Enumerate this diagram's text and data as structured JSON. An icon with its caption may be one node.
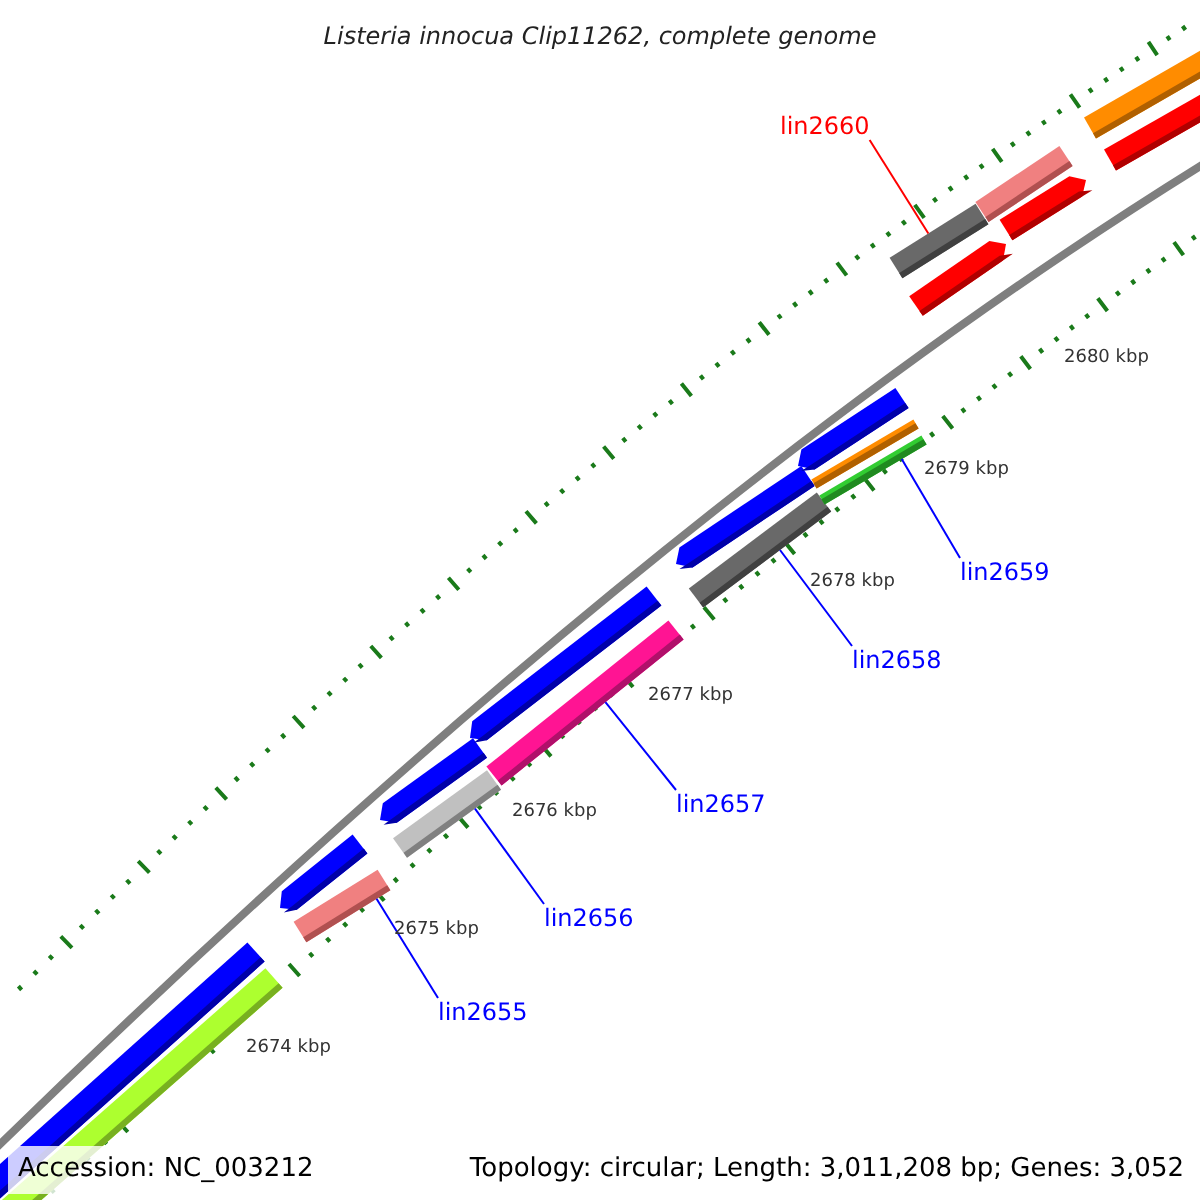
{
  "diagram": {
    "title": "Listeria innocua Clip11262, complete genome",
    "nodes": [
      {
        "text": [
          "lin2660"
        ]
      },
      {
        "text": [
          "lin2659"
        ]
      },
      {
        "text": [
          "lin2658"
        ]
      },
      {
        "text": [
          "lin2657"
        ]
      },
      {
        "text": [
          "lin2656"
        ]
      },
      {
        "text": [
          "lin2655"
        ]
      },
      {
        "text": [],
        "shape": "bar"
      },
      {
        "text": [],
        "shape": "bar"
      },
      {
        "text": [],
        "shape": "arrow"
      },
      {
        "text": [],
        "shape": "bar"
      },
      {
        "text": [],
        "shape": "arrow"
      },
      {
        "text": [],
        "shape": "bar"
      },
      {
        "text": [],
        "shape": "arrow"
      },
      {
        "text": [],
        "shape": "bar"
      },
      {
        "text": [],
        "shape": "arrow"
      },
      {
        "text": [],
        "shape": "bar"
      },
      {
        "text": [],
        "shape": "arrow"
      },
      {
        "text": [],
        "shape": "bar"
      },
      {
        "text": [],
        "shape": "bar"
      },
      {
        "text": [],
        "shape": "bar"
      },
      {
        "text": [],
        "shape": "arrow"
      },
      {
        "text": [],
        "shape": "bar"
      },
      {
        "text": [],
        "shape": "arrow"
      },
      {
        "text": [],
        "shape": "bar"
      },
      {
        "text": [],
        "shape": "bar"
      }
    ],
    "edges": [
      {
        "from": 0,
        "to": 19,
        "arrow": "none",
        "color": "#ff0000"
      },
      {
        "from": 1,
        "to": 18,
        "arrow": "none"
      },
      {
        "from": 2,
        "to": 15,
        "arrow": "none"
      },
      {
        "from": 3,
        "to": 13,
        "arrow": "none"
      },
      {
        "from": 4,
        "to": 11,
        "arrow": "none"
      },
      {
        "from": 5,
        "to": 9,
        "arrow": "none"
      }
    ],
    "labels": [
      "2680 kbp",
      "2679 kbp",
      "2678 kbp",
      "2677 kbp",
      "2676 kbp",
      "2675 kbp",
      "2674 kbp",
      "Accession: NC_003212",
      "Topology: circular; Length: 3,011,208 bp; Genes: 3,052"
    ]
  }
}
